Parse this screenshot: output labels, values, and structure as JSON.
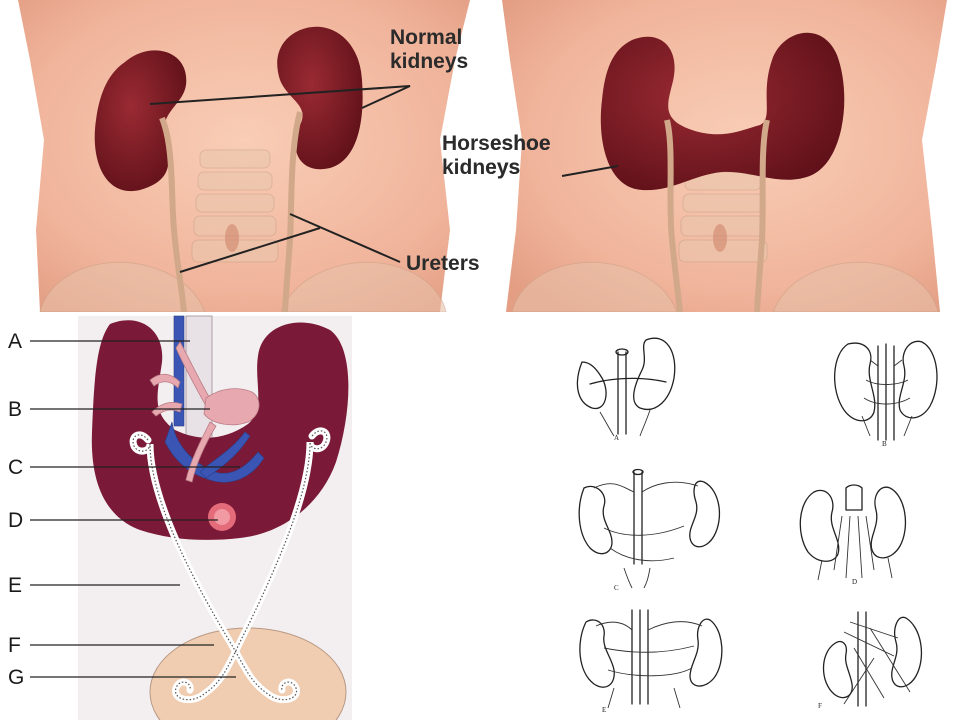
{
  "top_left": {
    "normal_kidneys_line1": "Normal",
    "normal_kidneys_line2": "kidneys",
    "ureters": "Ureters"
  },
  "top_right": {
    "horseshoe_line1": "Horseshoe",
    "horseshoe_line2": "kidneys"
  },
  "bottom_left": {
    "labels": [
      "A",
      "B",
      "C",
      "D",
      "E",
      "F",
      "G"
    ]
  },
  "bottom_right": {
    "sketch_letters": [
      "A",
      "B",
      "C",
      "D",
      "E",
      "F"
    ]
  },
  "colors": {
    "skin": "#f3bba4",
    "kidney": "#7b1a24",
    "artery": "#e8a8b0",
    "vein": "#3a55b4",
    "bladder": "#f0ccb0"
  }
}
